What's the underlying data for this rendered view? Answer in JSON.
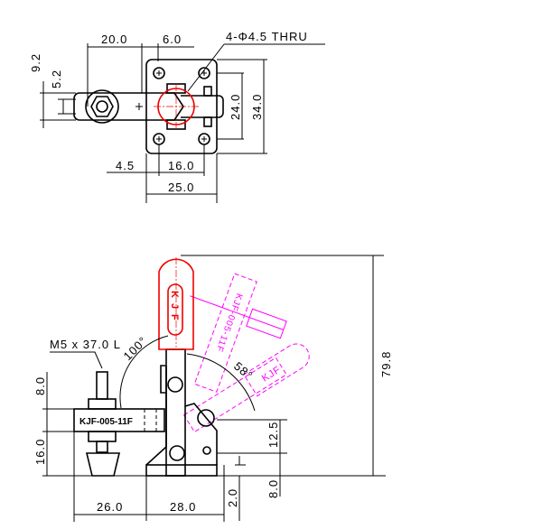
{
  "top_view": {
    "dims": {
      "d20": "20.0",
      "d6": "6.0",
      "d9_2": "9.2",
      "d5_2": "5.2",
      "d24": "24.0",
      "d34": "34.0",
      "d4_5": "4.5",
      "d16": "16.0",
      "d25": "25.0"
    },
    "hole_note": "4-Φ4.5 THRU"
  },
  "side_view": {
    "bolt_note": "M5 x 37.0 L",
    "model_label": "KJF-005-11F",
    "handle_letters": "KJF",
    "angles": {
      "open": "100°",
      "release": "58°"
    },
    "dims": {
      "d8_left": "8.0",
      "d16_left": "16.0",
      "d26": "26.0",
      "d28": "28.0",
      "d2": "2.0",
      "d12_5": "12.5",
      "d8_right": "8.0",
      "d79_8": "79.8"
    }
  },
  "colors": {
    "handle": "#e00000",
    "ghost": "#ff00ff",
    "line": "#000000"
  }
}
